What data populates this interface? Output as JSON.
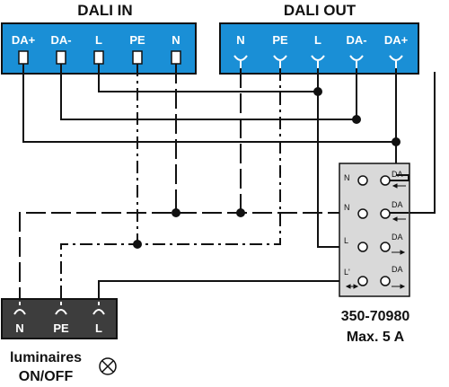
{
  "dali_in": {
    "title": "DALI IN",
    "terminals": [
      "DA+",
      "DA-",
      "L",
      "PE",
      "N"
    ]
  },
  "dali_out": {
    "title": "DALI OUT",
    "terminals": [
      "N",
      "PE",
      "L",
      "DA-",
      "DA+"
    ]
  },
  "module": {
    "part_number": "350-70980",
    "rating": "Max. 5 A",
    "left_labels": [
      "N",
      "N",
      "L",
      "L'"
    ],
    "right_labels": [
      "DA",
      "DA",
      "DA",
      "DA"
    ]
  },
  "luminaires": {
    "terminals": [
      "N",
      "PE",
      "L"
    ],
    "caption_line1": "luminaires",
    "caption_line2": "ON/OFF"
  },
  "colors": {
    "dali_block": "#1a8fd6",
    "luminaire_block": "#3d3d3d",
    "module_body": "#d9d9d9"
  }
}
